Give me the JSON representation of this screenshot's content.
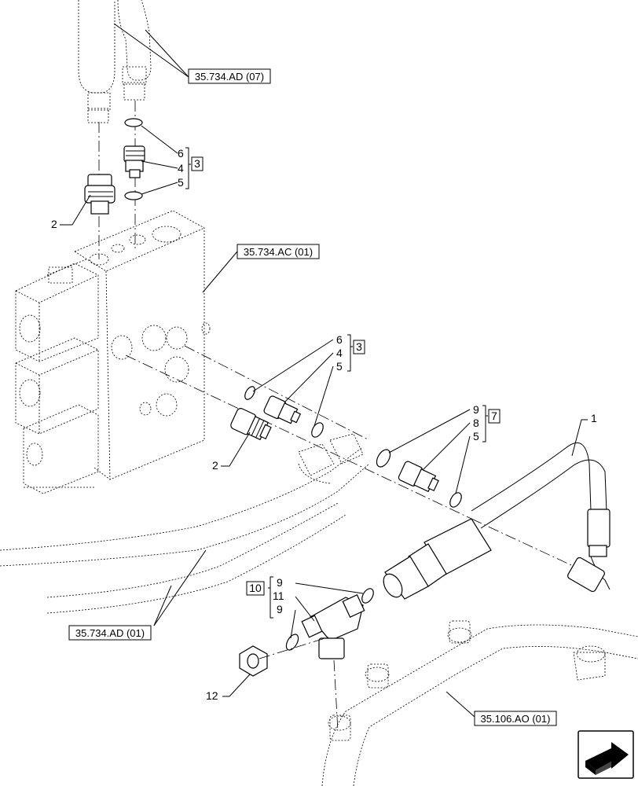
{
  "refs": {
    "ad07": "35.734.AD (07)",
    "ac01": "35.734.AC (01)",
    "ad01": "35.734.AD (01)",
    "ao01": "35.106.AO (01)"
  },
  "callouts": {
    "c1": "1",
    "c2a": "2",
    "c2b": "2",
    "c12": "12"
  },
  "groups": {
    "kit3_top": {
      "box": "3",
      "items": [
        "6",
        "4",
        "5"
      ]
    },
    "kit3_mid": {
      "box": "3",
      "items": [
        "6",
        "4",
        "5"
      ]
    },
    "kit7": {
      "box": "7",
      "items": [
        "9",
        "8",
        "5"
      ]
    },
    "kit10": {
      "box": "10",
      "items": [
        "9",
        "11",
        "9"
      ]
    }
  },
  "nav": {
    "icon": "next-page-arrow-icon"
  }
}
